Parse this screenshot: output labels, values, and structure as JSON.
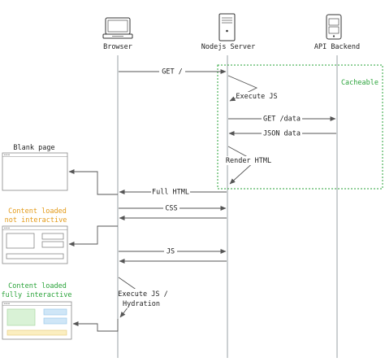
{
  "actors": {
    "browser": "Browser",
    "server": "Nodejs Server",
    "api": "API Backend"
  },
  "messages": {
    "get_root": "GET /",
    "execute_js": "Execute JS",
    "get_data": "GET /data",
    "json_data": "JSON data",
    "render_html": "Render HTML",
    "full_html": "Full HTML",
    "css": "CSS",
    "js": "JS",
    "hydration_line1": "Execute JS /",
    "hydration_line2": "Hydration"
  },
  "cache_region": {
    "label": "Cacheable"
  },
  "page_states": {
    "blank": "Blank page",
    "not_interactive_line1": "Content loaded",
    "not_interactive_line2": "not interactive",
    "interactive_line1": "Content loaded",
    "interactive_line2": "fully interactive"
  },
  "colors": {
    "green": "#2aa33a",
    "orange": "#e39a18",
    "lifeline": "#9aa0a6",
    "arrow": "#555555",
    "panel_blue": "#cfe6f7",
    "panel_green": "#d9f2d6",
    "panel_yellow": "#fbeec0"
  },
  "icons": {
    "browser": "monitor-icon",
    "server": "server-tower-icon",
    "api": "mobile-device-icon"
  }
}
